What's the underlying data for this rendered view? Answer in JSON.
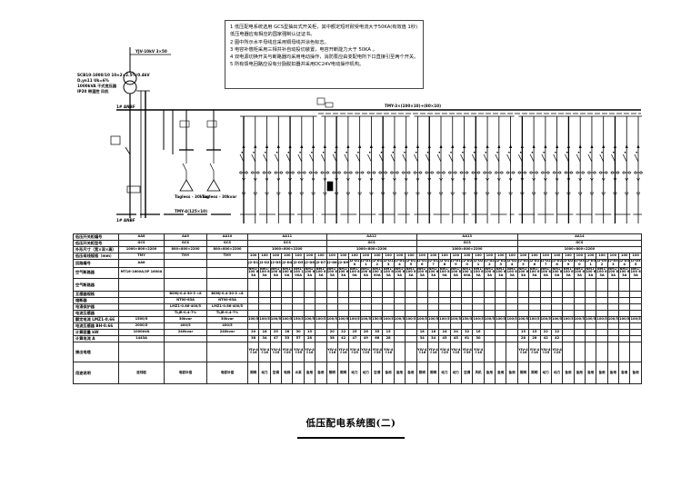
{
  "notes": [
    "1  低压配电系统选用 GCS型抽出式开关柜，其中额定短时耐受电流大于50KA(有效值 1秒)，",
    "低压电器应有相应的国家强制认证证书。",
    "2  图中所示水平母线应采用铜母线并涂色标志。",
    "3  电容补偿柜采用三相共补自动投切装置，电容开断能力大于 50KA 。",
    "4  双电源切换开关与断路器均采用电动操作，消防泵应由变配电所下口直接引至两个开关。",
    "5  所有馈电回路应设有分励脱扣器并采用DC24V电动操作机构。"
  ],
  "diagram": {
    "hv_cable": "YJV-10kV 3×50",
    "transformer_spec": [
      "SCB10-1000/10 10±2×2.5%/0.4kV",
      "D,yn11 Uk=6%",
      "1000kVA 干式变压器",
      "IP20 带温控 风机"
    ],
    "bus_a": "1# ANBF",
    "bus_b": "1# ANBF",
    "main_bus": "TMY-3×(100×10)+(80×10)",
    "lower_bus": "TMY-4(125×10)",
    "capacitor_label": "Tagless - 30kvar"
  },
  "table": {
    "row_labels": [
      "低压开关柜编号",
      "低压开关柜型号",
      "外形尺寸（宽×深×高）",
      "低压母线规格（mm）",
      "回路编号",
      "空气断路器",
      "空气断路器",
      "互感器规格",
      "熔断器",
      "电涌保护器",
      "电流互感器",
      "额定电流 LMZ1-0.66",
      "电流互感器 BH-0.66",
      "计算容量 kW",
      "计算电流 A",
      "馈出电缆",
      "用途说明"
    ],
    "fixed_columns": [
      {
        "id": "AA8",
        "model": "GCS",
        "size": "1000×800×2200",
        "bus": "TMY",
        "circuit": "AA8",
        "breaker": "MT16-1600A/3P 1600A",
        "ct": "",
        "fuse": "",
        "spd": "",
        "ct2": "",
        "rated": "1500/5",
        "ct_bh": "2000/5",
        "kw": "1000kVA",
        "ia": "1443A",
        "cable": "",
        "use": "进线柜"
      },
      {
        "id": "AA9",
        "model": "GCS",
        "size": "800×800×2200",
        "bus": "TMY",
        "circuit": "",
        "breaker": "",
        "ct": "BSMJ-0.4-30-3 ×8",
        "fuse": "NT00-63A",
        "spd": "LMZ1-0.66-400/5",
        "ct2": "TLJR-0.4-7%",
        "rated": "30kvar",
        "ct_bh": "400/5",
        "kw": "240kvar",
        "ia": "",
        "cable": "",
        "use": "电容补偿"
      },
      {
        "id": "AA10",
        "model": "GCS",
        "size": "800×800×2200",
        "bus": "TMY",
        "circuit": "",
        "breaker": "",
        "ct": "BSMJ-0.4-30-3 ×8",
        "fuse": "NT00-63A",
        "spd": "LMZ1-0.66-400/5",
        "ct2": "TLJR-0.4-7%",
        "rated": "30kvar",
        "ct_bh": "400/5",
        "kw": "240kvar",
        "ia": "",
        "cable": "",
        "use": "电容补偿"
      }
    ],
    "groups": [
      {
        "id": "AA11",
        "model": "GCS",
        "size": "1000×800×2200",
        "feeders": [
          {
            "bus": "100",
            "no": "J2-D1",
            "brk": "NM1-100 63A",
            "ct": "100/5",
            "kw": "20",
            "ia": "38",
            "cable": "YJV-4×16",
            "use": "照明"
          },
          {
            "bus": "100",
            "no": "J2-D2",
            "brk": "NM1-100 63A",
            "ct": "100/5",
            "kw": "18",
            "ia": "34",
            "cable": "YJV-4×16",
            "use": "动力"
          },
          {
            "bus": "100",
            "no": "J2-D3",
            "brk": "NM1-100 80A",
            "ct": "100/5",
            "kw": "25",
            "ia": "47",
            "cable": "YJV-4×25",
            "use": "空调"
          },
          {
            "bus": "100",
            "no": "J2-D4",
            "brk": "NM1-100 80A",
            "ct": "100/5",
            "kw": "28",
            "ia": "53",
            "cable": "YJV-4×25",
            "use": "电梯"
          },
          {
            "bus": "100",
            "no": "J2-D5",
            "brk": "NM1-100 100A",
            "ct": "150/5",
            "kw": "30",
            "ia": "57",
            "cable": "YJV-4×35",
            "use": "水泵"
          },
          {
            "bus": "100",
            "no": "J2-D6",
            "brk": "NM1-100 63A",
            "ct": "100/5",
            "kw": "15",
            "ia": "28",
            "cable": "YJV-4×16",
            "use": "备用"
          },
          {
            "bus": "100",
            "no": "J2-D7",
            "brk": "NM1-100 63A",
            "ct": "100/5",
            "kw": "",
            "ia": "",
            "cable": "",
            "use": "备用"
          }
        ]
      },
      {
        "id": "AA12",
        "model": "GCS",
        "size": "1000×800×2200",
        "feeders": [
          {
            "bus": "100",
            "no": "J2-D8",
            "brk": "NM1-100 63A",
            "ct": "100/5",
            "kw": "20",
            "ia": "38",
            "cable": "YJV-4×16",
            "use": "照明"
          },
          {
            "bus": "100",
            "no": "J2-D9",
            "brk": "NM1-100 63A",
            "ct": "100/5",
            "kw": "22",
            "ia": "42",
            "cable": "YJV-4×16",
            "use": "照明"
          },
          {
            "bus": "100",
            "no": "J2-D10",
            "brk": "NM1-100 80A",
            "ct": "100/5",
            "kw": "25",
            "ia": "47",
            "cable": "YJV-4×25",
            "use": "动力"
          },
          {
            "bus": "100",
            "no": "J2-D11",
            "brk": "NM1-100 80A",
            "ct": "100/5",
            "kw": "26",
            "ia": "49",
            "cable": "YJV-4×25",
            "use": "动力"
          },
          {
            "bus": "100",
            "no": "J2-D12",
            "brk": "NM1-100 100A",
            "ct": "150/5",
            "kw": "35",
            "ia": "66",
            "cable": "YJV-4×35",
            "use": "空调"
          },
          {
            "bus": "100",
            "no": "J2-D13",
            "brk": "NM1-100 63A",
            "ct": "100/5",
            "kw": "15",
            "ia": "28",
            "cable": "YJV-4×16",
            "use": "备用"
          },
          {
            "bus": "100",
            "no": "J2-D14",
            "brk": "NM1-100 63A",
            "ct": "100/5",
            "kw": "",
            "ia": "",
            "cable": "",
            "use": "备用"
          },
          {
            "bus": "100",
            "no": "J2-D15",
            "brk": "NM1-100 63A",
            "ct": "100/5",
            "kw": "",
            "ia": "",
            "cable": "",
            "use": "备用"
          }
        ]
      },
      {
        "id": "AA13",
        "model": "GCS",
        "size": "1000×800×2200",
        "feeders": [
          {
            "bus": "100",
            "no": "J2-D16",
            "brk": "NM1-100 63A",
            "ct": "100/5",
            "kw": "18",
            "ia": "34",
            "cable": "YJV-4×16",
            "use": "照明"
          },
          {
            "bus": "100",
            "no": "J2-D17",
            "brk": "NM1-100 63A",
            "ct": "100/5",
            "kw": "18",
            "ia": "34",
            "cable": "YJV-4×16",
            "use": "照明"
          },
          {
            "bus": "100",
            "no": "J2-D18",
            "brk": "NM1-100 80A",
            "ct": "100/5",
            "kw": "24",
            "ia": "45",
            "cable": "YJV-4×25",
            "use": "动力"
          },
          {
            "bus": "100",
            "no": "J2-D19",
            "brk": "NM1-100 80A",
            "ct": "100/5",
            "kw": "24",
            "ia": "45",
            "cable": "YJV-4×25",
            "use": "动力"
          },
          {
            "bus": "100",
            "no": "J2-D20",
            "brk": "NM1-100 100A",
            "ct": "150/5",
            "kw": "32",
            "ia": "61",
            "cable": "YJV-4×35",
            "use": "空调"
          },
          {
            "bus": "100",
            "no": "J2-D21",
            "brk": "NM1-100 63A",
            "ct": "100/5",
            "kw": "16",
            "ia": "30",
            "cable": "YJV-4×16",
            "use": "风机"
          },
          {
            "bus": "100",
            "no": "J2-D22",
            "brk": "NM1-100 63A",
            "ct": "100/5",
            "kw": "",
            "ia": "",
            "cable": "",
            "use": "备用"
          },
          {
            "bus": "100",
            "no": "J2-D23",
            "brk": "NM1-100 63A",
            "ct": "100/5",
            "kw": "",
            "ia": "",
            "cable": "",
            "use": "备用"
          },
          {
            "bus": "100",
            "no": "J2-D24",
            "brk": "NM1-100 63A",
            "ct": "100/5",
            "kw": "",
            "ia": "",
            "cable": "",
            "use": "备用"
          }
        ]
      },
      {
        "id": "AA14",
        "model": "GCS",
        "size": "1000×800×2200",
        "feeders": [
          {
            "bus": "100",
            "no": "J2-D25",
            "brk": "NM1-100 63A",
            "ct": "100/5",
            "kw": "15",
            "ia": "28",
            "cable": "YJV-4×16",
            "use": "照明"
          },
          {
            "bus": "100",
            "no": "J2-D26",
            "brk": "NM1-100 63A",
            "ct": "100/5",
            "kw": "15",
            "ia": "28",
            "cable": "YJV-4×16",
            "use": "照明"
          },
          {
            "bus": "100",
            "no": "J2-D27",
            "brk": "NM1-100 80A",
            "ct": "100/5",
            "kw": "22",
            "ia": "42",
            "cable": "YJV-4×25",
            "use": "动力"
          },
          {
            "bus": "100",
            "no": "J2-D28",
            "brk": "NM1-100 80A",
            "ct": "100/5",
            "kw": "22",
            "ia": "42",
            "cable": "YJV-4×25",
            "use": "动力"
          },
          {
            "bus": "100",
            "no": "J2-D29",
            "brk": "NM1-100 63A",
            "ct": "100/5",
            "kw": "",
            "ia": "",
            "cable": "",
            "use": "备用"
          },
          {
            "bus": "100",
            "no": "J2-D30",
            "brk": "NM1-100 63A",
            "ct": "100/5",
            "kw": "",
            "ia": "",
            "cable": "",
            "use": "备用"
          },
          {
            "bus": "100",
            "no": "J2-D31",
            "brk": "NM1-100 63A",
            "ct": "100/5",
            "kw": "",
            "ia": "",
            "cable": "",
            "use": "备用"
          },
          {
            "bus": "100",
            "no": "J2-D32",
            "brk": "NM1-100 63A",
            "ct": "100/5",
            "kw": "",
            "ia": "",
            "cable": "",
            "use": "备用"
          },
          {
            "bus": "100",
            "no": "J2-D33",
            "brk": "NM1-100 63A",
            "ct": "100/5",
            "kw": "",
            "ia": "",
            "cable": "",
            "use": "备用"
          },
          {
            "bus": "100",
            "no": "J2-D34",
            "brk": "NM1-100 63A",
            "ct": "100/5",
            "kw": "",
            "ia": "",
            "cable": "",
            "use": "备用"
          },
          {
            "bus": "100",
            "no": "J2-D35",
            "brk": "NM1-100 63A",
            "ct": "100/5",
            "kw": "",
            "ia": "",
            "cable": "",
            "use": "备用"
          }
        ]
      }
    ]
  },
  "title": "低压配电系统图(二)"
}
